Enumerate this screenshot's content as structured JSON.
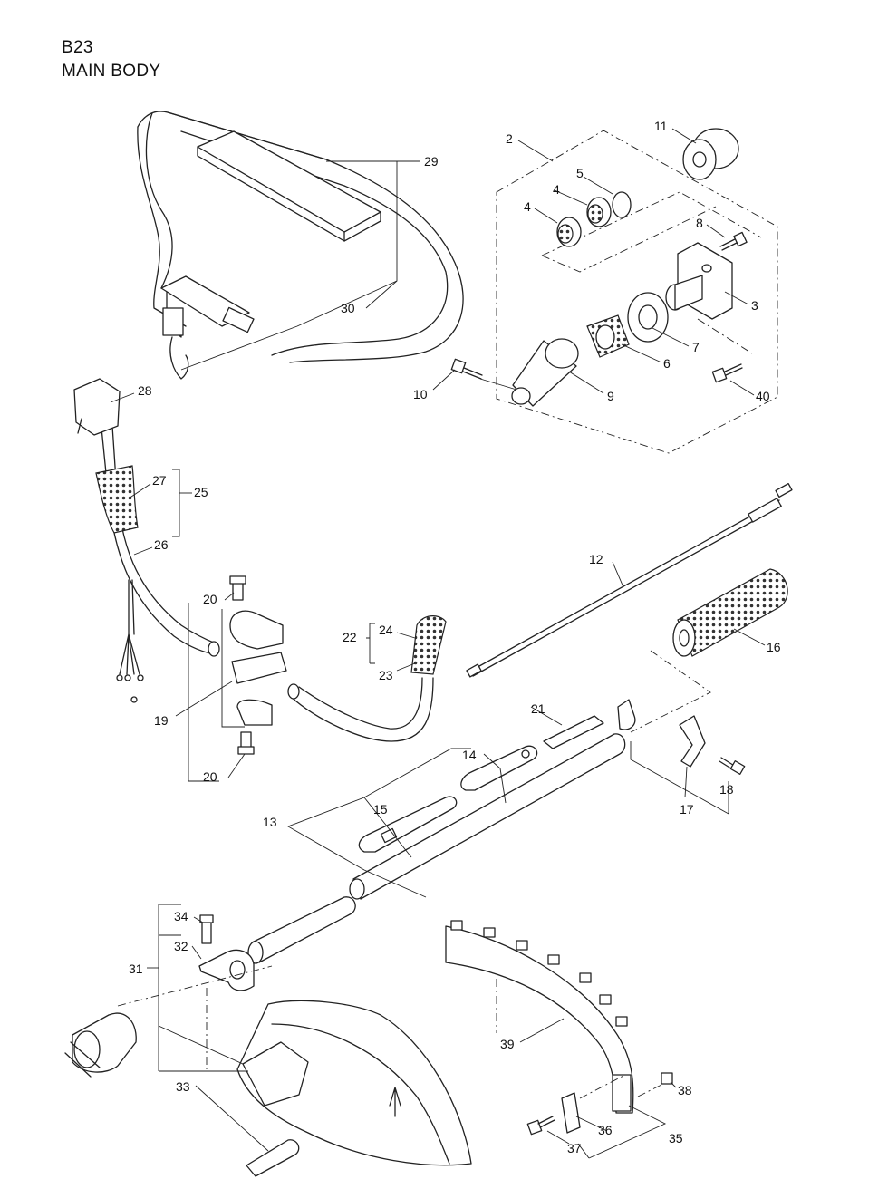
{
  "header": {
    "code": "B23",
    "title": "MAIN BODY"
  },
  "callouts": {
    "c2": "2",
    "c3": "3",
    "c4a": "4",
    "c4b": "4",
    "c5": "5",
    "c6": "6",
    "c7": "7",
    "c8": "8",
    "c9": "9",
    "c10": "10",
    "c11": "11",
    "c12": "12",
    "c13": "13",
    "c14": "14",
    "c15": "15",
    "c16": "16",
    "c17": "17",
    "c18": "18",
    "c19": "19",
    "c20a": "20",
    "c20b": "20",
    "c21": "21",
    "c22": "22",
    "c23": "23",
    "c24": "24",
    "c25": "25",
    "c26": "26",
    "c27": "27",
    "c28": "28",
    "c29": "29",
    "c30": "30",
    "c31": "31",
    "c32": "32",
    "c33": "33",
    "c34": "34",
    "c35": "35",
    "c36": "36",
    "c37": "37",
    "c38": "38",
    "c39": "39",
    "c40": "40"
  }
}
